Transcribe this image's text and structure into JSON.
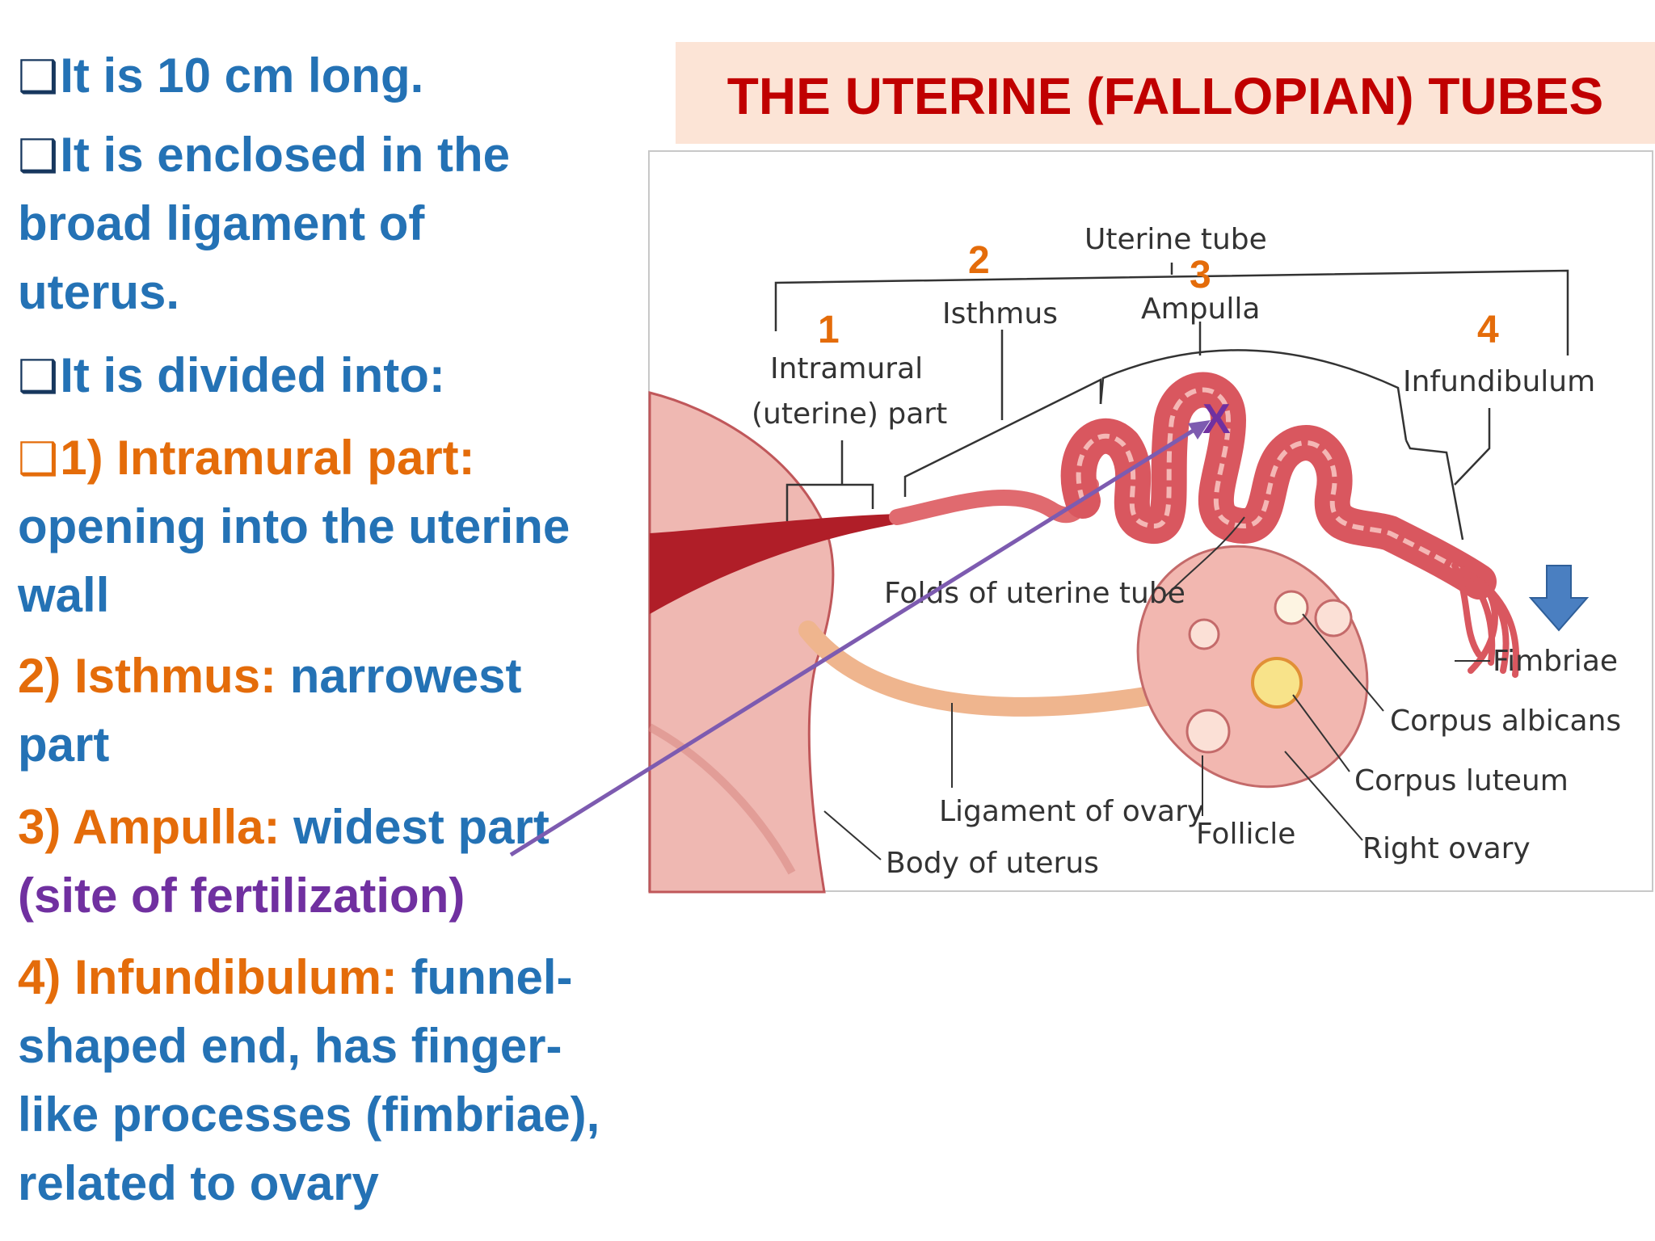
{
  "colors": {
    "blue_text": "#2472b5",
    "orange_text": "#e46c0a",
    "purple_text": "#7030a0",
    "title_red": "#c00000",
    "title_bg": "#fce4d6",
    "arrow_blue": "#4a7fc1",
    "pointer_purple": "#7d5bb0"
  },
  "bullets": {
    "b1": "It is 10 cm long.",
    "b2_l1": "It is enclosed in the",
    "b2_l2": "broad ligament of",
    "b2_l3": "uterus.",
    "b3": "It is divided into:",
    "p1_label": "1) Intramural part:",
    "p1_l2": "opening into the uterine",
    "p1_l3": "wall",
    "p2_label": "2) Isthmus:",
    "p2_desc": "narrowest",
    "p2_l2": "part",
    "p3_label": "3) Ampulla:",
    "p3_desc": "widest part",
    "p3_l2": "(site of fertilization)",
    "p4_label": "4) Infundibulum:",
    "p4_desc": "funnel-",
    "p4_l2": "shaped end, has finger-",
    "p4_l3": "like processes (fimbriae),",
    "p4_l4": "related to ovary"
  },
  "title": "THE UTERINE (FALLOPIAN) TUBES",
  "diagram": {
    "labels": {
      "uterine_tube": "Uterine tube",
      "isthmus": "Isthmus",
      "ampulla": "Ampulla",
      "intramural_l1": "Intramural",
      "intramural_l2": "(uterine) part",
      "infundibulum": "Infundibulum",
      "folds": "Folds of uterine tube",
      "fimbriae": "Fimbriae",
      "corpus_albicans": "Corpus albicans",
      "corpus_luteum": "Corpus luteum",
      "right_ovary": "Right ovary",
      "ligament_of_ovary": "Ligament of ovary",
      "follicle": "Follicle",
      "body_of_uterus": "Body of uterus"
    },
    "numbers": {
      "n1": "1",
      "n2": "2",
      "n3": "3",
      "n4": "4"
    },
    "fertilization_mark": "X"
  },
  "icons": {
    "bullet": "checkbox-square-icon",
    "down_arrow": "down-arrow-icon",
    "pointer": "pointer-arrow-icon"
  }
}
